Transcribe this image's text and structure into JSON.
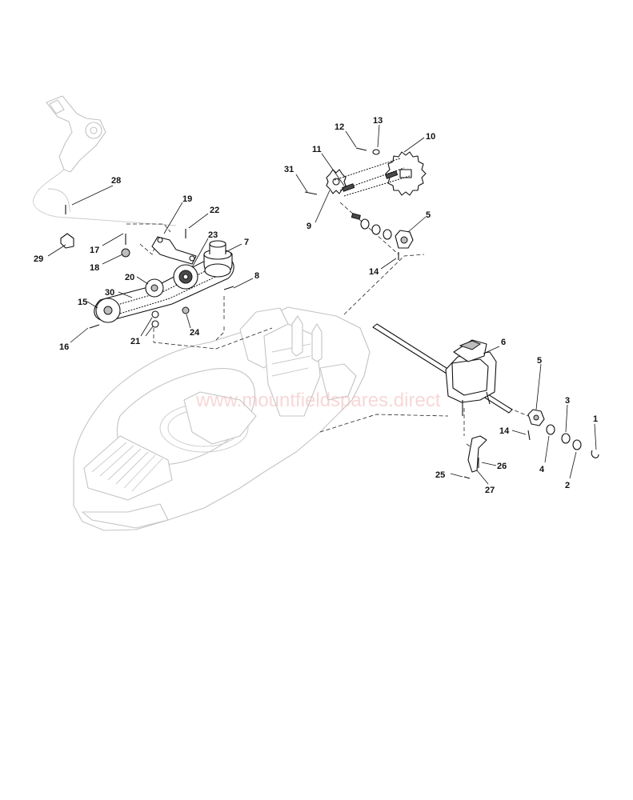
{
  "watermark": "www.mountfieldspares.direct",
  "callouts": [
    {
      "id": "28",
      "text": "28"
    },
    {
      "id": "19",
      "text": "19"
    },
    {
      "id": "22",
      "text": "22"
    },
    {
      "id": "17",
      "text": "17"
    },
    {
      "id": "23",
      "text": "23"
    },
    {
      "id": "7",
      "text": "7"
    },
    {
      "id": "29",
      "text": "29"
    },
    {
      "id": "18",
      "text": "18"
    },
    {
      "id": "20",
      "text": "20"
    },
    {
      "id": "8",
      "text": "8"
    },
    {
      "id": "30",
      "text": "30"
    },
    {
      "id": "15",
      "text": "15"
    },
    {
      "id": "21",
      "text": "21"
    },
    {
      "id": "24",
      "text": "24"
    },
    {
      "id": "16",
      "text": "16"
    },
    {
      "id": "12",
      "text": "12"
    },
    {
      "id": "13",
      "text": "13"
    },
    {
      "id": "10",
      "text": "10"
    },
    {
      "id": "11",
      "text": "11"
    },
    {
      "id": "31",
      "text": "31"
    },
    {
      "id": "9",
      "text": "9"
    },
    {
      "id": "5a",
      "text": "5"
    },
    {
      "id": "14a",
      "text": "14"
    },
    {
      "id": "6",
      "text": "6"
    },
    {
      "id": "5b",
      "text": "5"
    },
    {
      "id": "3",
      "text": "3"
    },
    {
      "id": "1",
      "text": "1"
    },
    {
      "id": "14b",
      "text": "14"
    },
    {
      "id": "4",
      "text": "4"
    },
    {
      "id": "2",
      "text": "2"
    },
    {
      "id": "26",
      "text": "26"
    },
    {
      "id": "25",
      "text": "25"
    },
    {
      "id": "27",
      "text": "27"
    }
  ]
}
